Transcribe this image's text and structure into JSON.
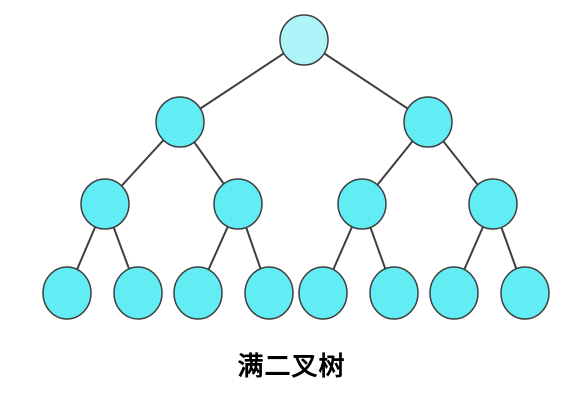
{
  "diagram": {
    "type": "full-binary-tree",
    "levels": 4,
    "node_fill_colors": [
      "#aef3f7",
      "#62edf5",
      "#62edf5",
      "#62edf5"
    ],
    "node_stroke_color": "#3f3f3f",
    "edge_color": "#3f3f3f"
  },
  "caption": "满二叉树"
}
